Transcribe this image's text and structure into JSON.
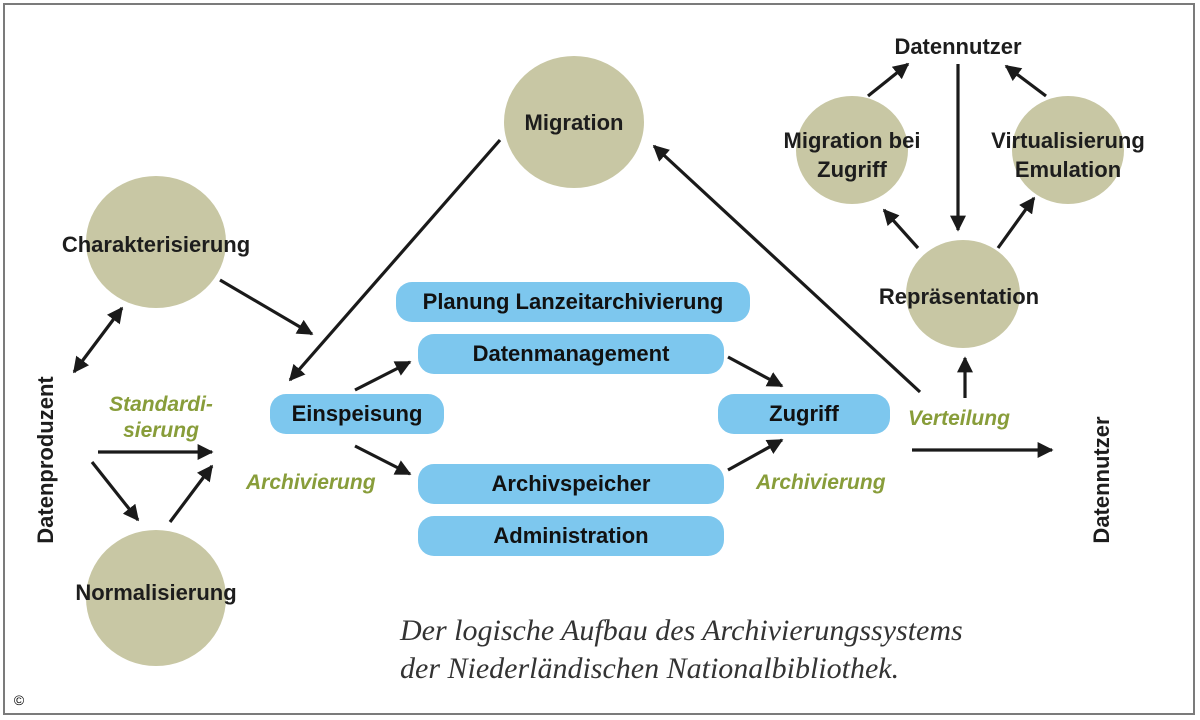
{
  "nodes": {
    "migration": "Migration",
    "charakterisierung": "Charakterisierung",
    "normalisierung": "Normalisierung",
    "datennutzer_top": "Datennutzer",
    "migration_bei_zugriff": [
      "Migration bei",
      "Zugriff"
    ],
    "virtualisierung": [
      "Virtualisierung",
      "Emulation"
    ],
    "repraesentation": "Repräsentation",
    "datenproduzent": "Datenproduzent",
    "datennutzer_right": "Datennutzer"
  },
  "modules": {
    "planung": "Planung Lanzeitarchivierung",
    "datenmanagement": "Datenmanagement",
    "einspeisung": "Einspeisung",
    "zugriff": "Zugriff",
    "archivspeicher": "Archivspeicher",
    "administration": "Administration"
  },
  "flow_labels": {
    "standardisierung": [
      "Standardi-",
      "sierung"
    ],
    "archivierung_left": "Archivierung",
    "archivierung_right": "Archivierung",
    "verteilung": "Verteilung"
  },
  "caption": [
    "Der logische Aufbau des Archivierungssystems",
    "der Niederländischen Nationalbibliothek."
  ],
  "copyright": "©",
  "colors": {
    "circle": "#c8c7a4",
    "module": "#7dc7ee",
    "flow_label": "#889d3a",
    "arrow": "#1a1a1a"
  }
}
